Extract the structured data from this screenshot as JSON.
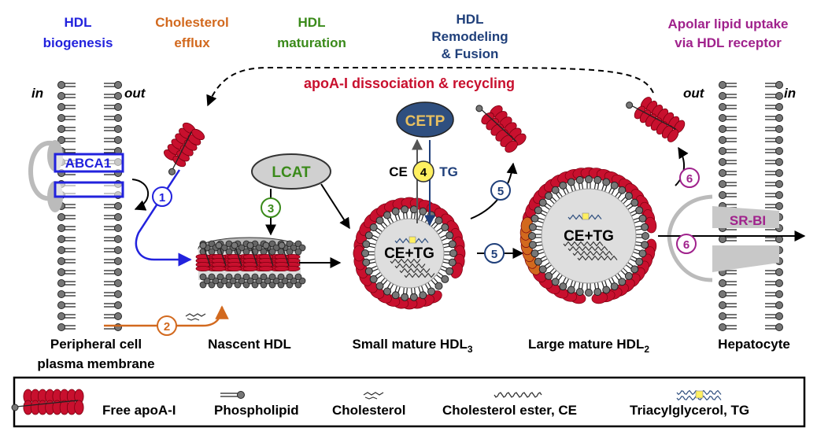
{
  "colors": {
    "apoA": "#c8102e",
    "blue": "#2222dd",
    "orange": "#d2691e",
    "green": "#3a8a1a",
    "navy": "#1f3f7a",
    "purple": "#a0228c",
    "grey": "#c8c8c8",
    "dark_grey": "#555555",
    "cetp_fill": "#2f4f7f",
    "cetp_text": "#e8c060",
    "yellow": "#fff060"
  },
  "headers": {
    "biogenesis": [
      "HDL",
      "biogenesis"
    ],
    "efflux": [
      "Cholesterol",
      "efflux"
    ],
    "maturation": [
      "HDL",
      "maturation"
    ],
    "remodeling": [
      "HDL",
      "Remodeling",
      "& Fusion"
    ],
    "uptake": [
      "Apolar lipid uptake",
      "via HDL receptor"
    ]
  },
  "recycling_label": "apoA-I dissociation & recycling",
  "membrane_left": {
    "in": "in",
    "out": "out",
    "transporter": "ABCA1"
  },
  "membrane_right": {
    "in": "in",
    "out": "out",
    "receptor": "SR-BI"
  },
  "enzymes": {
    "lcat": "LCAT",
    "cetp": "CETP"
  },
  "core_labels": {
    "ce": "CE",
    "tg": "TG",
    "ce_tg": "CE+TG"
  },
  "steps": {
    "s1": "1",
    "s2": "2",
    "s3": "3",
    "s4": "4",
    "s5": "5",
    "s6": "6"
  },
  "stage_labels": {
    "peripheral": [
      "Peripheral cell",
      "plasma membrane"
    ],
    "nascent": "Nascent HDL",
    "small": {
      "text": "Small mature HDL",
      "sub": "3"
    },
    "large": {
      "text": "Large mature HDL",
      "sub": "2"
    },
    "hepatocyte": "Hepatocyte"
  },
  "legend": {
    "apoa1": "Free apoA-I",
    "phospholipid": "Phospholipid",
    "cholesterol": "Cholesterol",
    "ce": "Cholesterol ester, CE",
    "tg": "Triacylglycerol, TG"
  }
}
